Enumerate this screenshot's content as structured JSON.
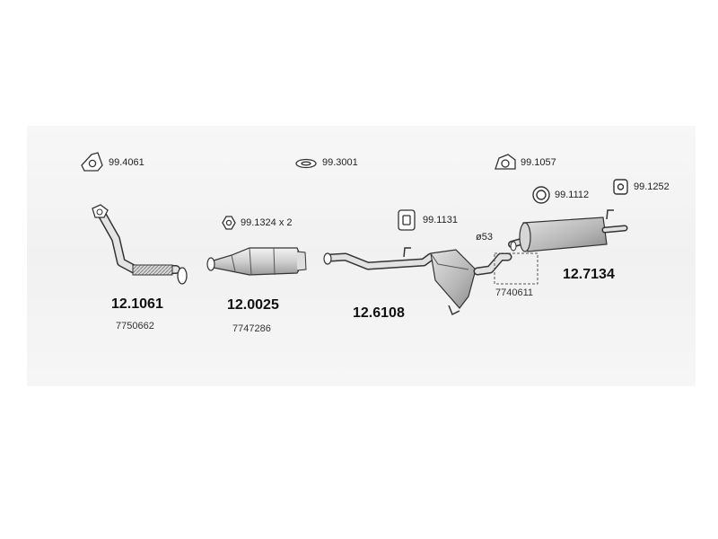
{
  "fittings": {
    "gasket_triangle": "99.4061",
    "ring_flat": "99.3001",
    "clamp": "99.1057",
    "ring_round": "99.1112",
    "hanger_square": "99.1252",
    "nut_qty": "99.1324 x 2",
    "mount_bracket": "99.1131"
  },
  "parts": {
    "front_pipe": {
      "number": "12.1061",
      "oem": "7750662"
    },
    "catalyst": {
      "number": "12.0025",
      "oem": "7747286"
    },
    "middle_silencer": {
      "number": "12.6108"
    },
    "rear_silencer": {
      "number": "12.7134",
      "oem": "7740611"
    }
  },
  "annotations": {
    "pipe_diameter": "ø53"
  },
  "colors": {
    "line": "#333333",
    "metal_light": "#e6e6e6",
    "metal_mid": "#c8c8c8",
    "metal_dark": "#9a9a9a"
  }
}
